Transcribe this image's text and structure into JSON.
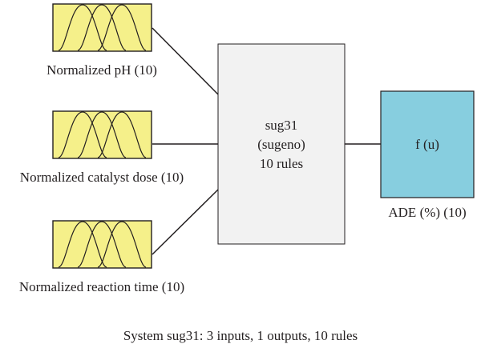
{
  "inputs": [
    {
      "label": "Normalized pH (10)",
      "icon": "gaussian-membership-icon"
    },
    {
      "label": "Normalized catalyst dose (10)",
      "icon": "gaussian-membership-icon"
    },
    {
      "label": "Normalized reaction time (10)",
      "icon": "gaussian-membership-icon"
    }
  ],
  "system": {
    "name": "sug31",
    "type": "(sugeno)",
    "rules": "10 rules"
  },
  "output": {
    "func": "f (u)",
    "label": "ADE (%) (10)"
  },
  "summary": "System sug31: 3 inputs, 1 outputs, 10 rules",
  "colors": {
    "input_fill": "#f5f08a",
    "rule_fill": "#f2f2f2",
    "output_fill": "#87cedf",
    "stroke": "#231f20"
  }
}
